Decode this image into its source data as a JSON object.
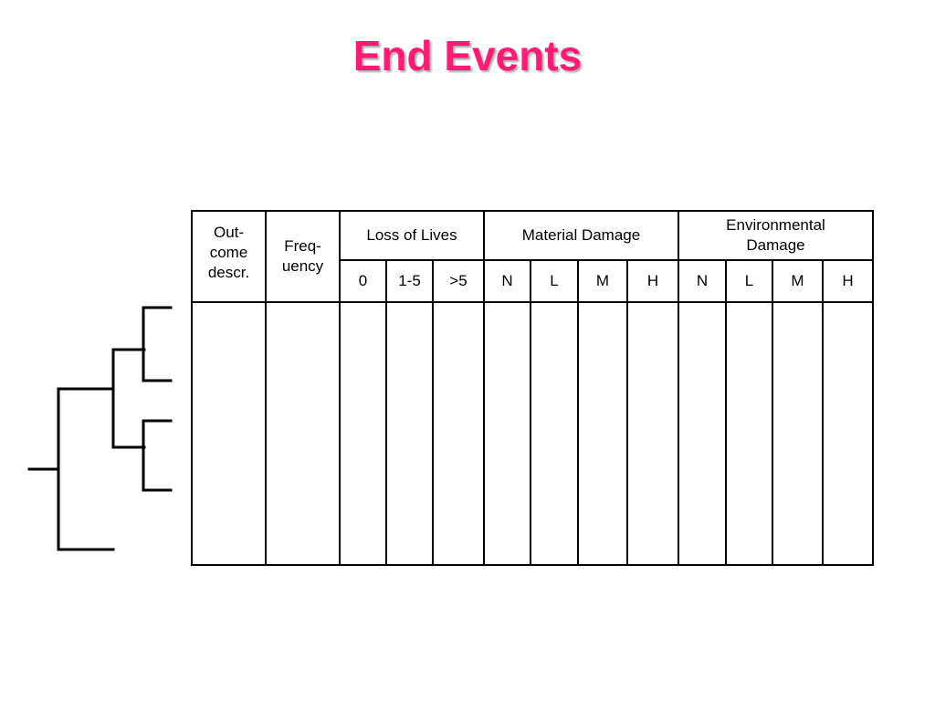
{
  "title": "End Events",
  "title_color": "#ff1a75",
  "table": {
    "outcome_header": "Out-\ncome\ndescr.",
    "frequency_header": "Freq-\nuency",
    "groups": [
      {
        "label": "Loss of Lives",
        "subs": [
          "0",
          "1-5",
          ">5"
        ]
      },
      {
        "label": "Material Damage",
        "subs": [
          "N",
          "L",
          "M",
          "H"
        ]
      },
      {
        "label": "Environmental\nDamage",
        "subs": [
          "N",
          "L",
          "M",
          "H"
        ]
      }
    ]
  }
}
